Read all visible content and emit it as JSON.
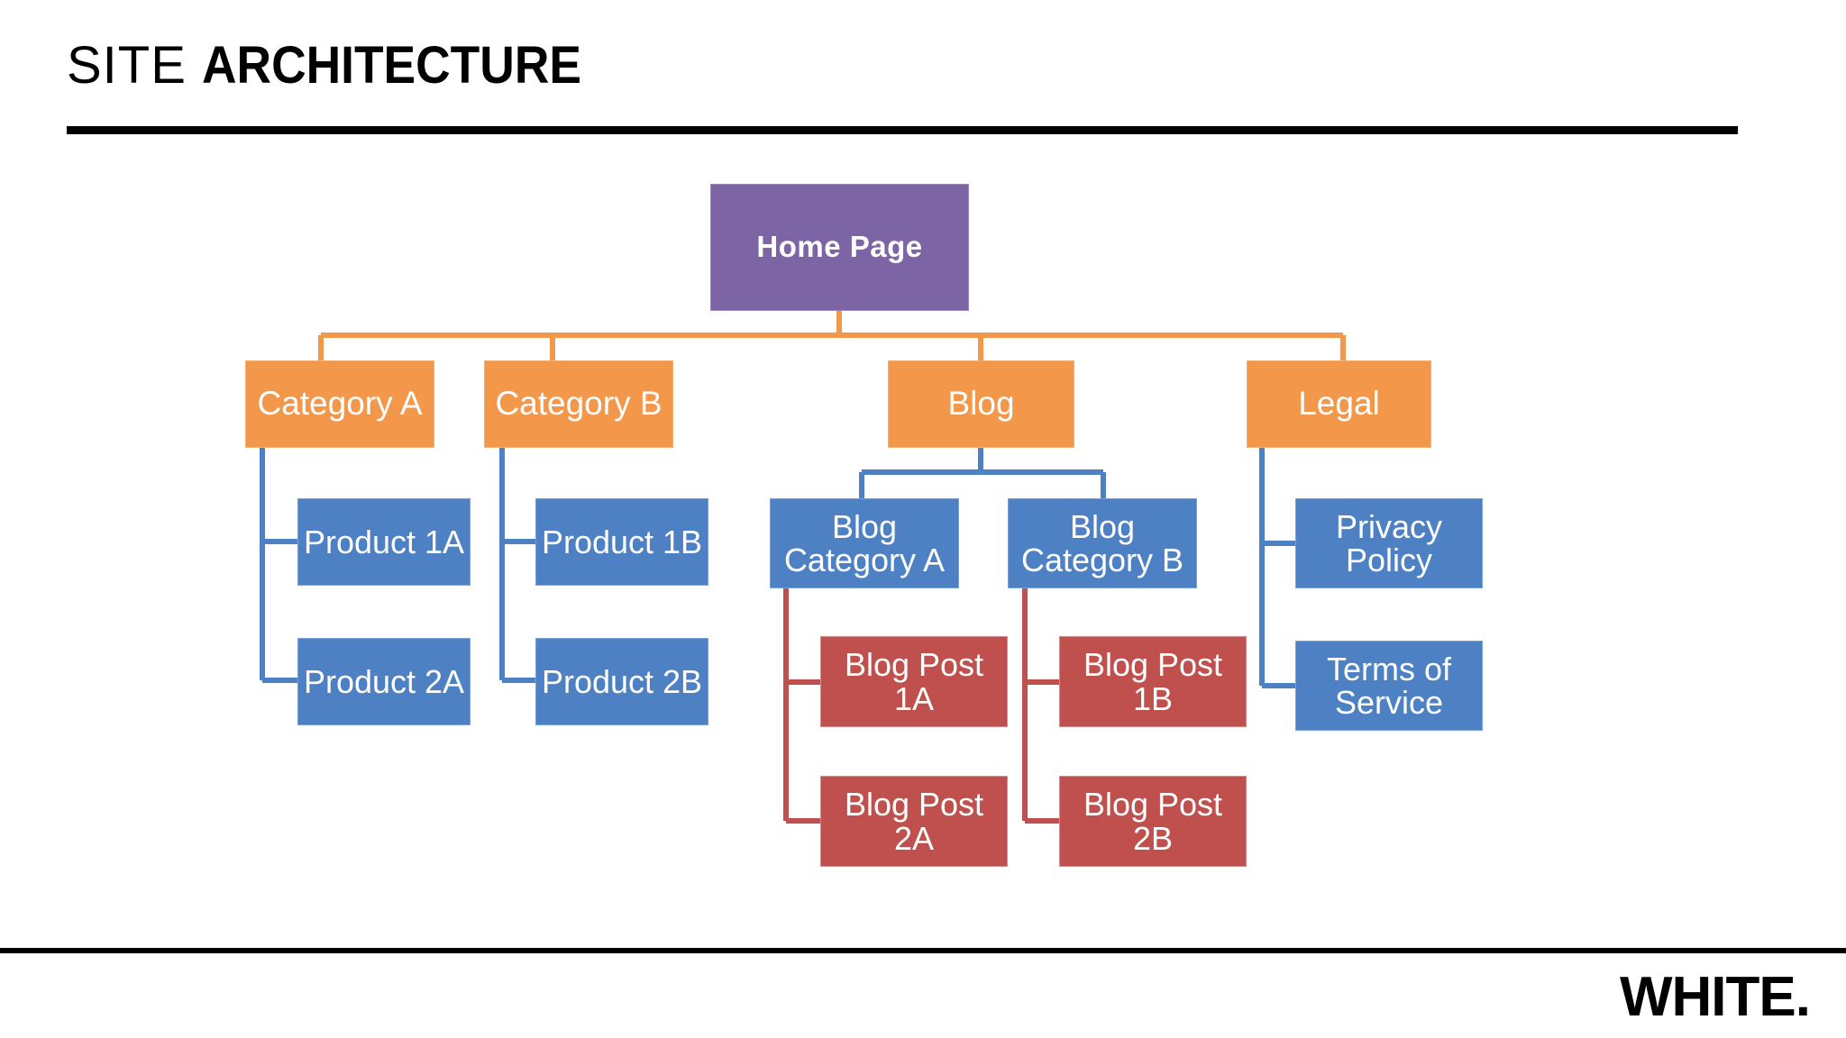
{
  "slide": {
    "title_light": "SITE ",
    "title_bold": "ARCHITECTURE",
    "brand": "WHITE."
  },
  "palette": {
    "purple": "#7d64a4",
    "orange": "#f3974a",
    "blue": "#4e81c4",
    "red": "#c0504d",
    "black": "#000000",
    "white": "#ffffff"
  },
  "diagram": {
    "type": "tree",
    "root": {
      "label": "Home Page",
      "color": "#7d64a4"
    },
    "level1": [
      {
        "label": "Category A",
        "color": "#f3974a"
      },
      {
        "label": "Category B",
        "color": "#f3974a"
      },
      {
        "label": "Blog",
        "color": "#f3974a"
      },
      {
        "label": "Legal",
        "color": "#f3974a"
      }
    ],
    "level2": [
      {
        "label": "Product 1A",
        "color": "#4e81c4",
        "parent": "Category A"
      },
      {
        "label": "Product 2A",
        "color": "#4e81c4",
        "parent": "Category A"
      },
      {
        "label": "Product 1B",
        "color": "#4e81c4",
        "parent": "Category B"
      },
      {
        "label": "Product 2B",
        "color": "#4e81c4",
        "parent": "Category B"
      },
      {
        "label": "Blog\nCategory A",
        "color": "#4e81c4",
        "parent": "Blog"
      },
      {
        "label": "Blog\nCategory B",
        "color": "#4e81c4",
        "parent": "Blog"
      },
      {
        "label": "Privacy\nPolicy",
        "color": "#4e81c4",
        "parent": "Legal"
      },
      {
        "label": "Terms of\nService",
        "color": "#4e81c4",
        "parent": "Legal"
      }
    ],
    "level3": [
      {
        "label": "Blog Post\n1A",
        "color": "#c0504d",
        "parent": "Blog Category A"
      },
      {
        "label": "Blog Post\n2A",
        "color": "#c0504d",
        "parent": "Blog Category A"
      },
      {
        "label": "Blog Post\n1B",
        "color": "#c0504d",
        "parent": "Blog Category B"
      },
      {
        "label": "Blog Post\n2B",
        "color": "#c0504d",
        "parent": "Blog Category B"
      }
    ]
  }
}
